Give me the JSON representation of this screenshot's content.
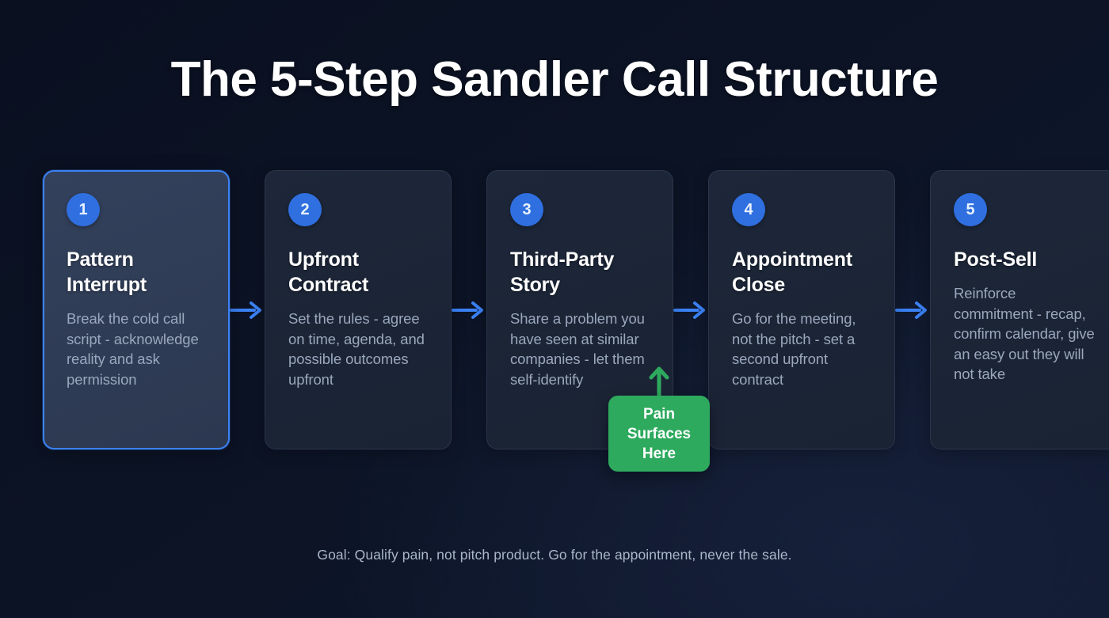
{
  "title": "The 5-Step Sandler Call Structure",
  "colors": {
    "background": "#0b1322",
    "card_background": "#1d2739",
    "active_card_background": "#33415c",
    "accent_blue": "#3b82f6",
    "badge_blue": "#2f6fe0",
    "callout_green": "#2eaa5e",
    "title_text": "#ffffff",
    "body_text": "#9aa7bd",
    "footer_text": "#aab6c9"
  },
  "steps": [
    {
      "number": "1",
      "title": "Pattern Interrupt",
      "description": "Break the cold call script - acknowledge reality and ask permission",
      "active": true
    },
    {
      "number": "2",
      "title": "Upfront Contract",
      "description": "Set the rules - agree on time, agenda, and possible outcomes upfront",
      "active": false
    },
    {
      "number": "3",
      "title": "Third-Party Story",
      "description": "Share a problem you have seen at similar companies - let them self-identify",
      "active": false
    },
    {
      "number": "4",
      "title": "Appointment Close",
      "description": "Go for the meeting, not the pitch - set a second upfront contract",
      "active": false
    },
    {
      "number": "5",
      "title": "Post-Sell",
      "description": "Reinforce commitment - recap, confirm calendar, give an easy out they will not take",
      "active": false
    }
  ],
  "connectors": {
    "count": 4,
    "icon": "arrow-right-icon",
    "color": "#3b82f6"
  },
  "callout": {
    "label": "Pain Surfaces Here",
    "icon": "arrow-up-icon",
    "color": "#2eaa5e",
    "points_to_step": "3"
  },
  "footer": {
    "text": "Goal: Qualify pain, not pitch product. Go for the appointment, never the sale."
  }
}
